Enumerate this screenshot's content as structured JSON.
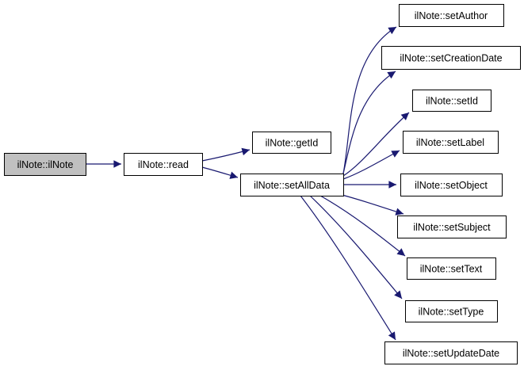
{
  "diagram": {
    "type": "call-graph",
    "colors": {
      "background": "#ffffff",
      "edge": "#191970",
      "node_fill": "#ffffff",
      "node_border": "#000000",
      "root_node_fill": "#c0c0c0",
      "text": "#000000"
    },
    "nodes": {
      "ilnote": {
        "label": "ilNote::ilNote"
      },
      "read": {
        "label": "ilNote::read"
      },
      "getid": {
        "label": "ilNote::getId"
      },
      "setalldata": {
        "label": "ilNote::setAllData"
      },
      "setauthor": {
        "label": "ilNote::setAuthor"
      },
      "setcreationdate": {
        "label": "ilNote::setCreationDate"
      },
      "setid": {
        "label": "ilNote::setId"
      },
      "setlabel": {
        "label": "ilNote::setLabel"
      },
      "setobject": {
        "label": "ilNote::setObject"
      },
      "setsubject": {
        "label": "ilNote::setSubject"
      },
      "settext": {
        "label": "ilNote::setText"
      },
      "settype": {
        "label": "ilNote::setType"
      },
      "setupdatedate": {
        "label": "ilNote::setUpdateDate"
      }
    },
    "edges": [
      {
        "from": "ilNote::ilNote",
        "to": "ilNote::read"
      },
      {
        "from": "ilNote::read",
        "to": "ilNote::getId"
      },
      {
        "from": "ilNote::read",
        "to": "ilNote::setAllData"
      },
      {
        "from": "ilNote::setAllData",
        "to": "ilNote::setAuthor"
      },
      {
        "from": "ilNote::setAllData",
        "to": "ilNote::setCreationDate"
      },
      {
        "from": "ilNote::setAllData",
        "to": "ilNote::setId"
      },
      {
        "from": "ilNote::setAllData",
        "to": "ilNote::setLabel"
      },
      {
        "from": "ilNote::setAllData",
        "to": "ilNote::setObject"
      },
      {
        "from": "ilNote::setAllData",
        "to": "ilNote::setSubject"
      },
      {
        "from": "ilNote::setAllData",
        "to": "ilNote::setText"
      },
      {
        "from": "ilNote::setAllData",
        "to": "ilNote::setType"
      },
      {
        "from": "ilNote::setAllData",
        "to": "ilNote::setUpdateDate"
      }
    ]
  }
}
